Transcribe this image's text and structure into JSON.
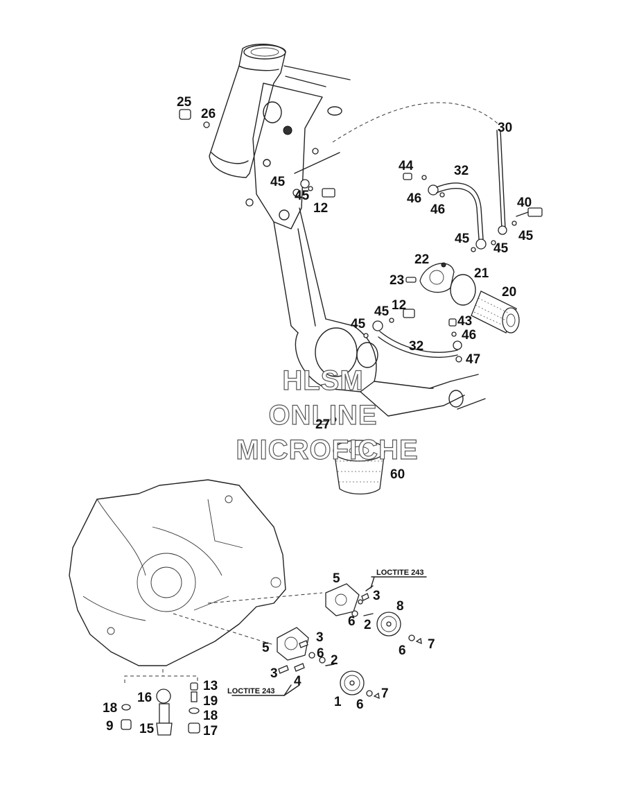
{
  "watermark": {
    "line1": "HLSM",
    "line2": "ONLINE",
    "line3": "MICROFICHE"
  },
  "annotations": {
    "loctite_top": "LOCTITE 243",
    "loctite_bottom": "LOCTITE 243"
  },
  "callouts": [
    "25",
    "26",
    "30",
    "44",
    "32",
    "45",
    "45",
    "12",
    "46",
    "46",
    "40",
    "45",
    "45",
    "45",
    "22",
    "21",
    "23",
    "20",
    "12",
    "45",
    "45",
    "43",
    "46",
    "32",
    "47",
    "27",
    "60",
    "5",
    "3",
    "6",
    "2",
    "8",
    "3",
    "5",
    "6",
    "2",
    "4",
    "3",
    "7",
    "6",
    "13",
    "16",
    "19",
    "18",
    "1",
    "18",
    "7",
    "6",
    "9",
    "15",
    "17"
  ]
}
